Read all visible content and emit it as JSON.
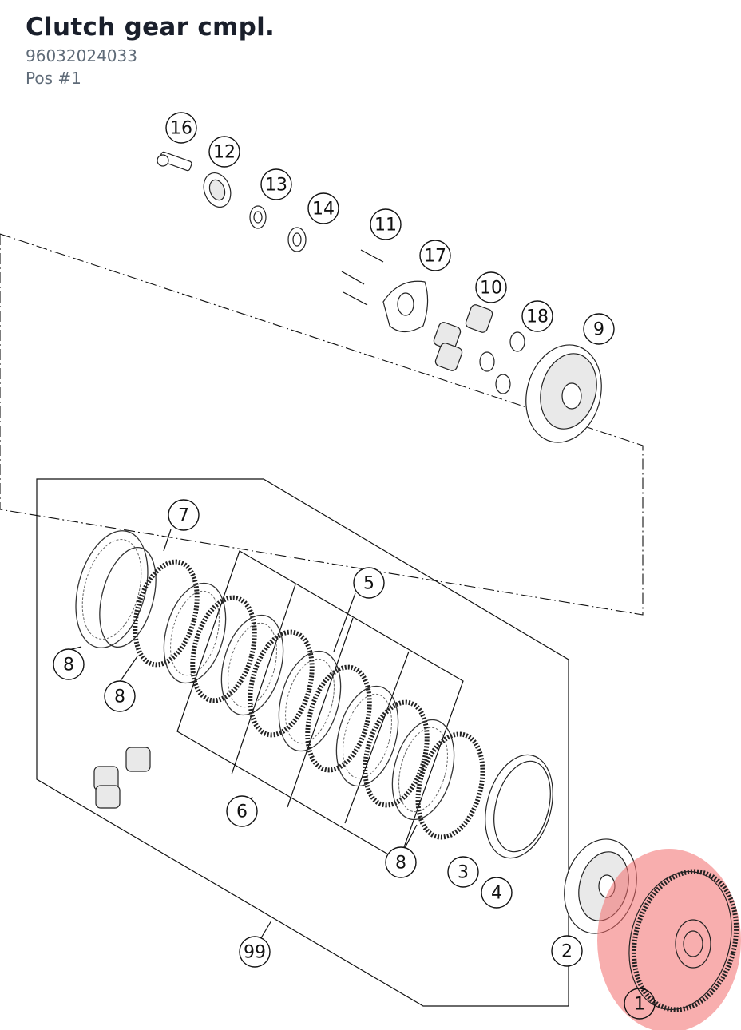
{
  "header": {
    "title": "Clutch gear cmpl.",
    "part_number": "96032024033",
    "position": "Pos #1"
  },
  "diagram": {
    "highlight_color": "#f26b6b",
    "callouts": {
      "c16": "16",
      "c12": "12",
      "c13": "13",
      "c14": "14",
      "c11": "11",
      "c17": "17",
      "c10": "10",
      "c18": "18",
      "c9": "9",
      "c7": "7",
      "c5": "5",
      "c8a": "8",
      "c8b": "8",
      "c6": "6",
      "c8c": "8",
      "c3": "3",
      "c4": "4",
      "c2": "2",
      "c99": "99",
      "c1": "1"
    }
  }
}
